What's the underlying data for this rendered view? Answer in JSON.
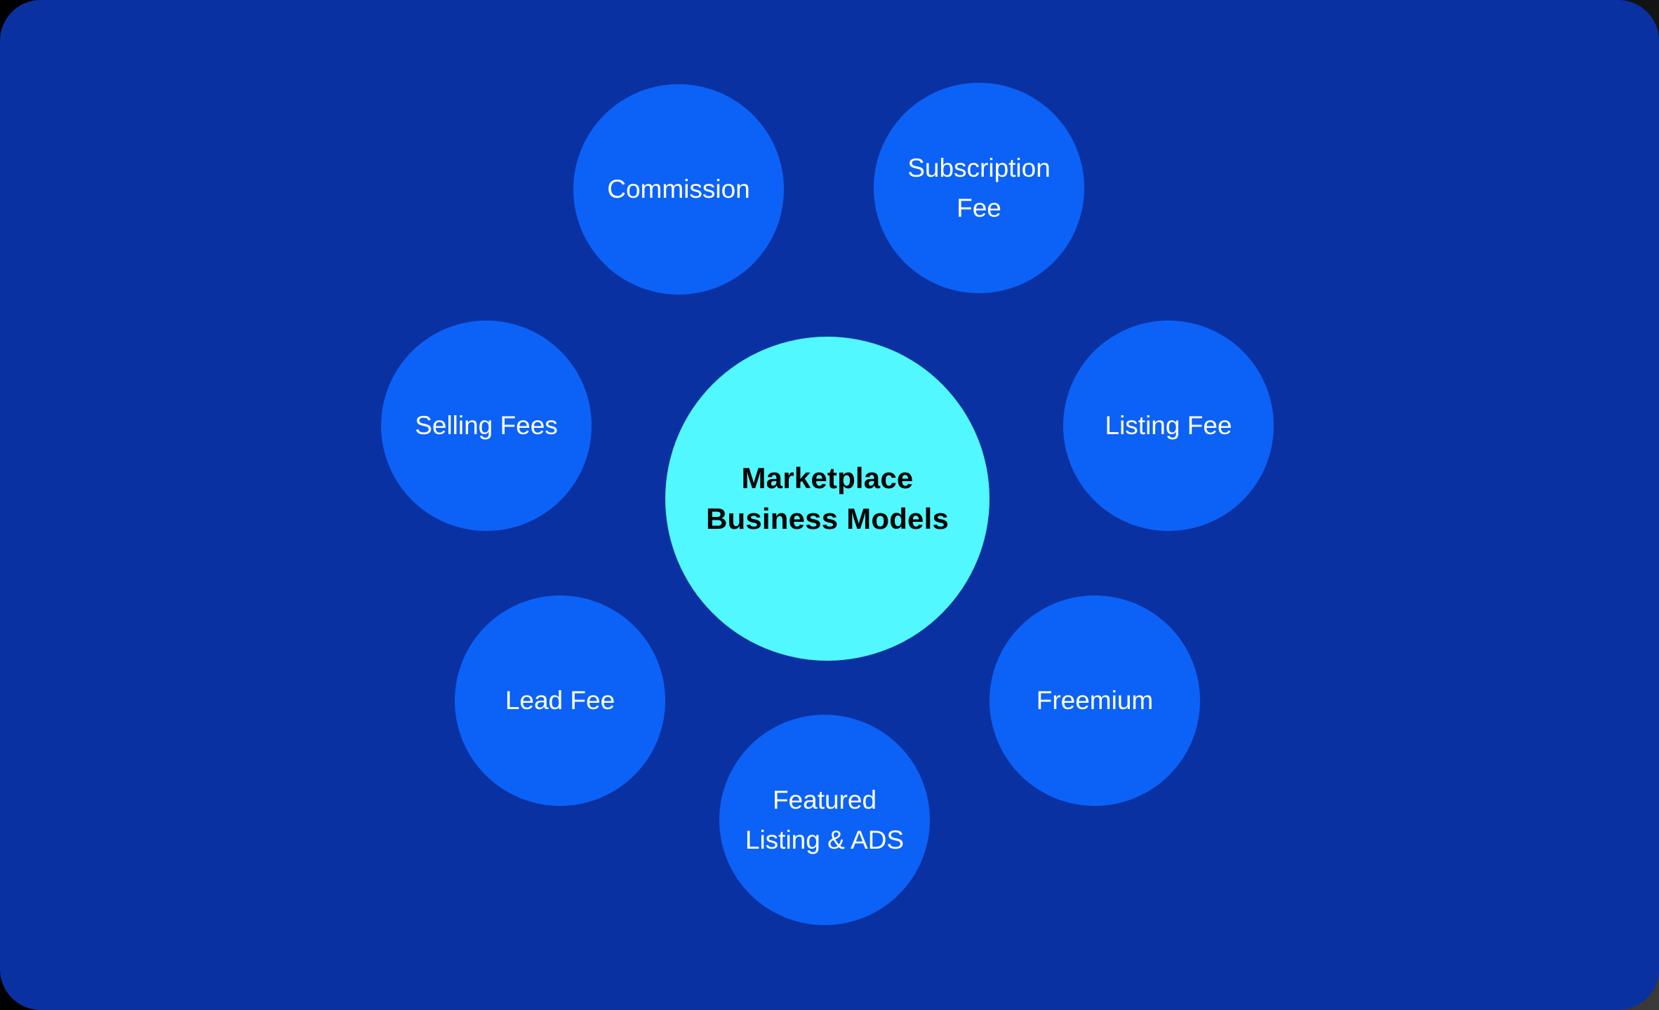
{
  "theme": {
    "canvas-bg": "#0A31A2",
    "node-blue": "#0C62F6",
    "node-cyan": "#52F8FF",
    "node-text": "#FFFFFF",
    "center-text": "#050505"
  },
  "diagram": {
    "type": "hub-and-spoke",
    "center_node": {
      "label": "Marketplace Business Models",
      "lines": [
        "Marketplace",
        "Business Models"
      ],
      "fill_color": "#52F8FF",
      "text_color": "#050505"
    },
    "satellite_fill_color": "#0C62F6",
    "satellite_text_color": "#FFFFFF",
    "nodes": [
      {
        "id": "commission",
        "label": "Commission",
        "lines": [
          "Commission",
          ""
        ]
      },
      {
        "id": "subscription-fee",
        "label": "Subscription Fee",
        "lines": [
          "Subscription",
          "Fee"
        ]
      },
      {
        "id": "selling-fees",
        "label": "Selling Fees",
        "lines": [
          "Selling Fees",
          ""
        ]
      },
      {
        "id": "listing-fee",
        "label": "Listing Fee",
        "lines": [
          "Listing Fee",
          ""
        ]
      },
      {
        "id": "lead-fee",
        "label": "Lead Fee",
        "lines": [
          "Lead Fee",
          ""
        ]
      },
      {
        "id": "freemium",
        "label": "Freemium",
        "lines": [
          "Freemium",
          ""
        ]
      },
      {
        "id": "featured-listing-ads",
        "label": "Featured Listing & ADS",
        "lines": [
          "Featured",
          "Listing & ADS"
        ]
      }
    ]
  }
}
